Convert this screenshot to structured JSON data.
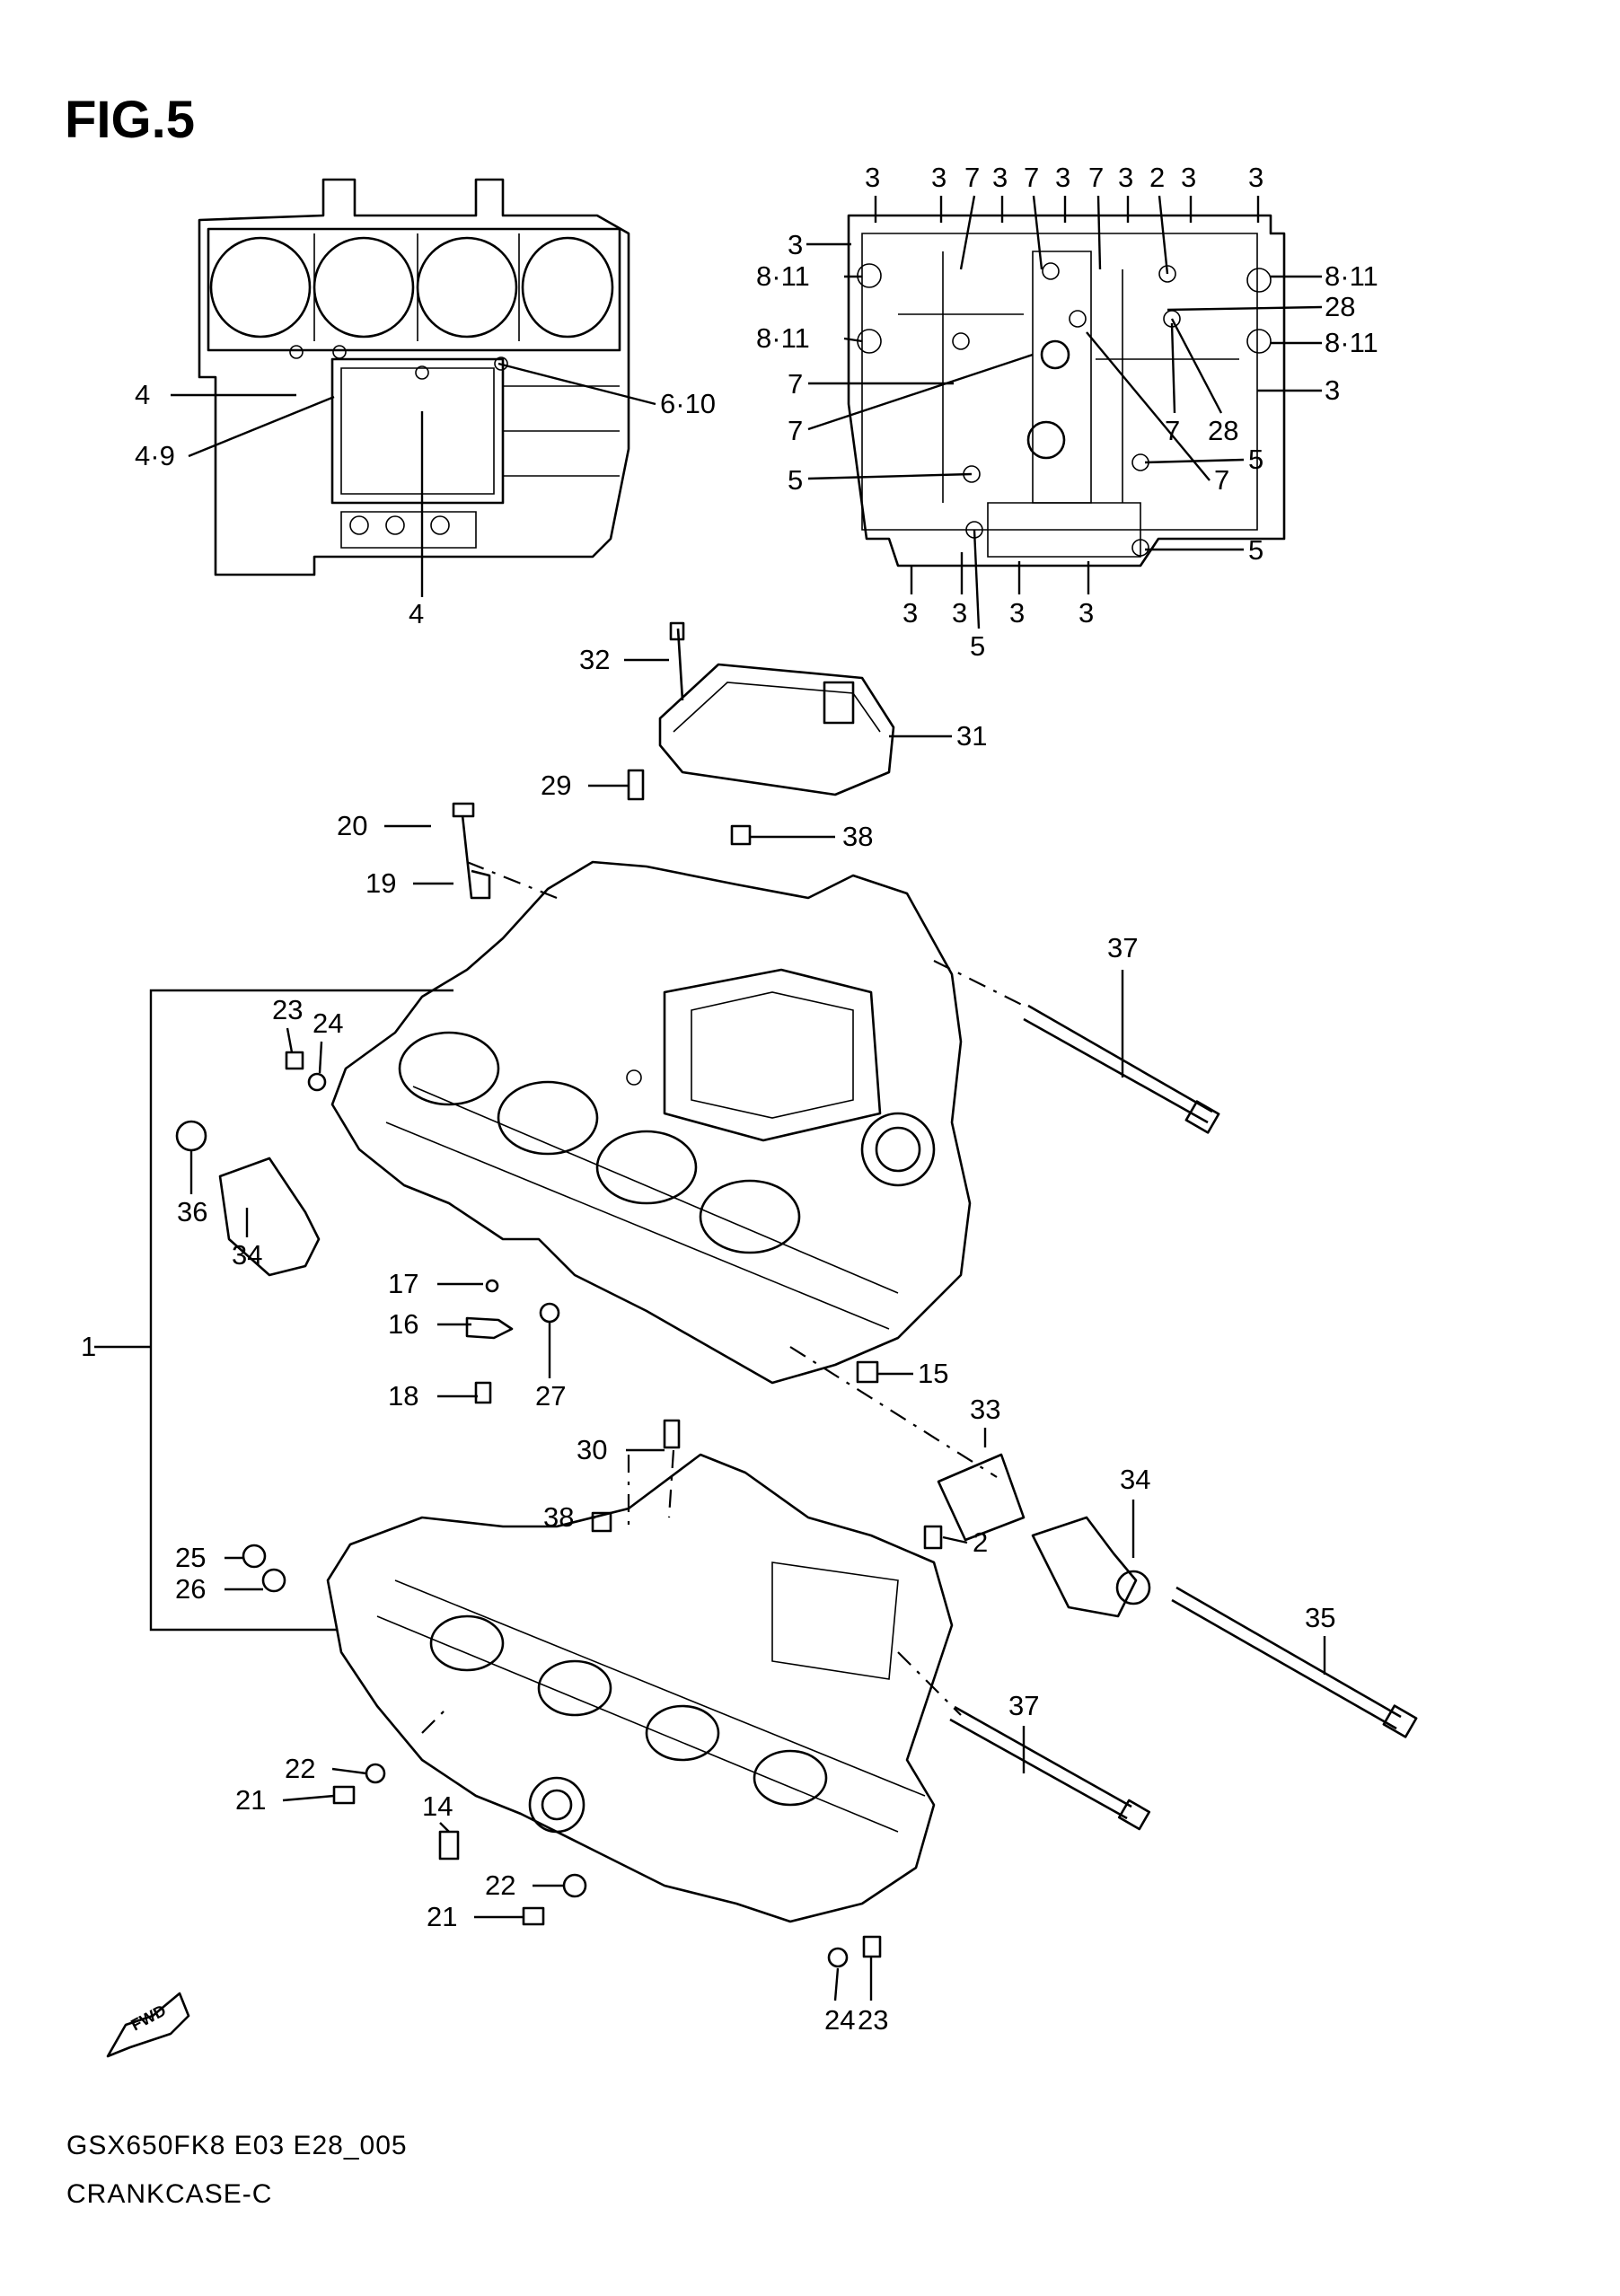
{
  "figure_title": "FIG.5",
  "footer": {
    "model_code": "GSX650FK8 E03 E28_005",
    "section_name": "CRANKCASE-C"
  },
  "fwd_label": "FWD",
  "callouts": {
    "tl": [
      "4",
      "4·9",
      "6·10",
      "4"
    ],
    "tr": [
      "3",
      "3",
      "7",
      "3",
      "7",
      "3",
      "7",
      "3",
      "2",
      "3",
      "3",
      "3",
      "8·11",
      "8·11",
      "7",
      "7",
      "5",
      "3",
      "3",
      "3",
      "3",
      "5",
      "8·11",
      "28",
      "8·11",
      "3",
      "7",
      "28",
      "5",
      "7",
      "5"
    ],
    "main": [
      "32",
      "31",
      "29",
      "20",
      "38",
      "19",
      "37",
      "23",
      "24",
      "36",
      "34",
      "17",
      "16",
      "18",
      "27",
      "15",
      "1",
      "30",
      "33",
      "34",
      "38",
      "2",
      "25",
      "26",
      "35",
      "37",
      "22",
      "21",
      "14",
      "22",
      "21",
      "24",
      "23"
    ]
  }
}
